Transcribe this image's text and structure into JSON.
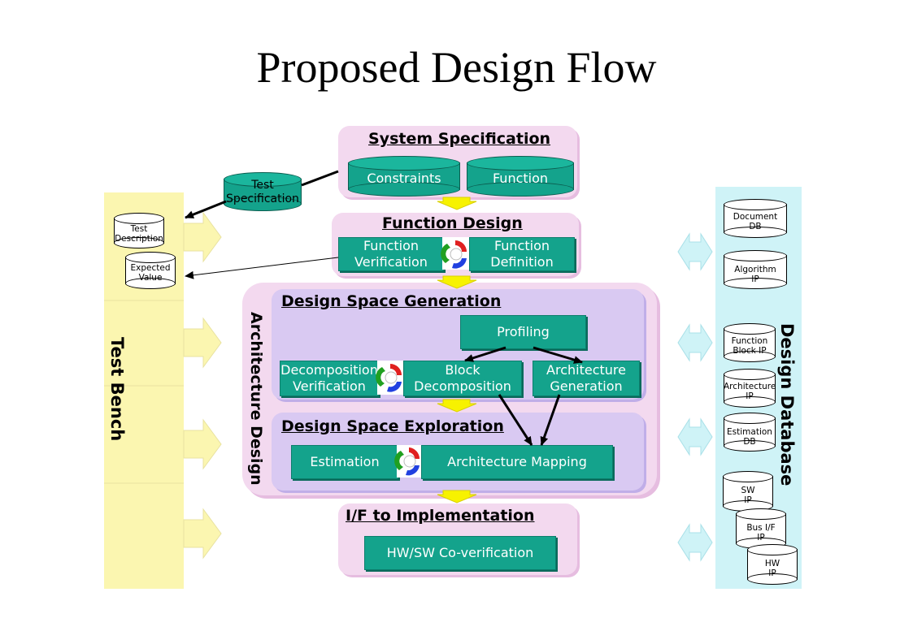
{
  "title": "Proposed Design Flow",
  "test_bench": {
    "label": "Test Bench",
    "items": [
      "Test\nDescription",
      "Expected\nValue"
    ]
  },
  "test_specification": "Test\nSpecification",
  "system_specification": {
    "header": "System Specification",
    "items": [
      "Constraints",
      "Function"
    ]
  },
  "function_design": {
    "header": "Function Design",
    "items": [
      "Function\nVerification",
      "Function\nDefinition"
    ]
  },
  "architecture_design": {
    "label": "Architecture Design",
    "design_space_generation": {
      "header": "Design Space Generation",
      "profiling": "Profiling",
      "decomposition_verification": "Decomposition\nVerification",
      "block_decomposition": "Block\nDecomposition",
      "architecture_generation": "Architecture\nGeneration"
    },
    "design_space_exploration": {
      "header": "Design Space Exploration",
      "estimation": "Estimation",
      "architecture_mapping": "Architecture Mapping"
    }
  },
  "if_to_implementation": {
    "header": "I/F to Implementation",
    "item": "HW/SW Co-verification"
  },
  "design_database": {
    "label": "Design Database",
    "items": [
      "Document\nDB",
      "Algorithm\nIP",
      "Function\nBlock IP",
      "Architecture\nIP",
      "Estimation\nDB",
      "SW\nIP",
      "Bus I/F\nIP",
      "HW\nIP"
    ]
  },
  "colors": {
    "teal": "#14a38c",
    "pink_panel": "#f3d9ef",
    "purple_panel": "#d9c9f2",
    "test_bench_bg": "#fbf6b0",
    "design_db_bg": "#cff3f7",
    "flow_arrow": "#f7f200"
  }
}
